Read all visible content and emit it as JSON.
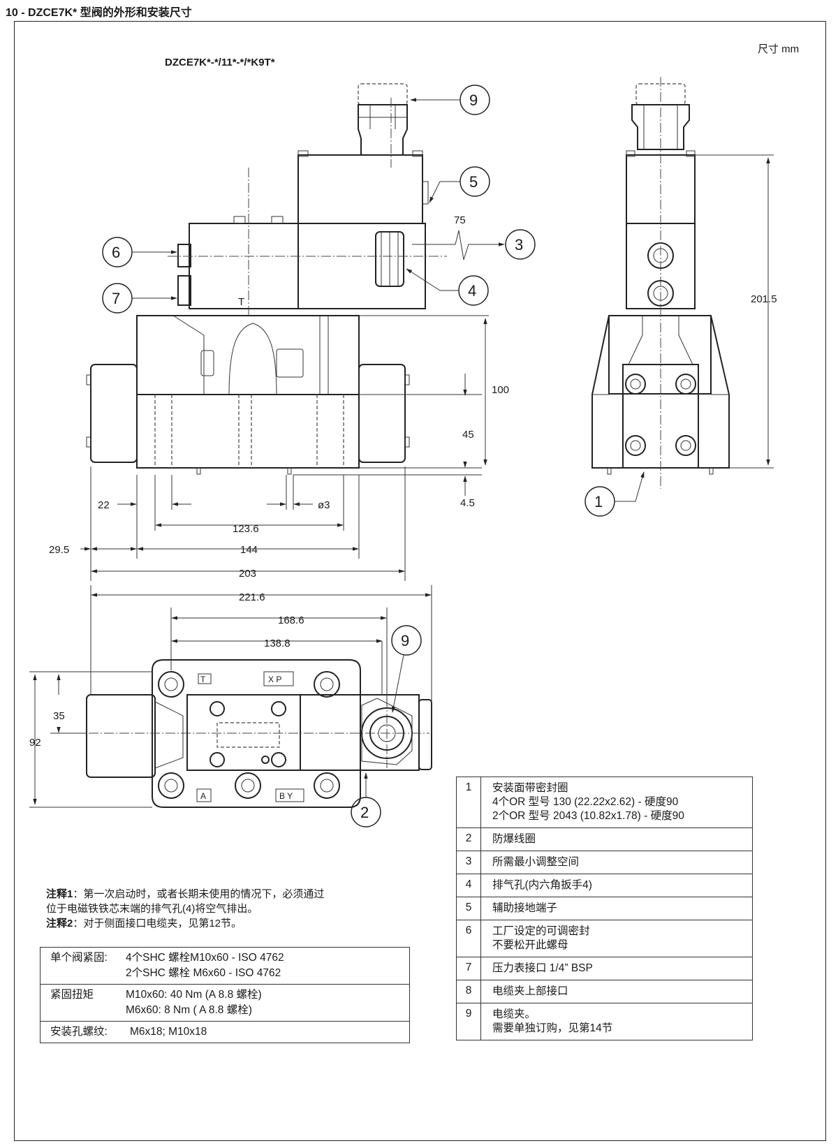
{
  "header": {
    "title": "10 - DZCE7K* 型阀的外形和安装尺寸"
  },
  "drawing": {
    "model_code": "DZCE7K*-*/11*-*/*K9T*",
    "unit_note": "尺寸 mm",
    "port_t": "T",
    "dimensions": {
      "d75": "75",
      "d100": "100",
      "d45": "45",
      "d4_5": "4.5",
      "d22": "22",
      "dphi3": "ø3",
      "d123_6": "123.6",
      "d29_5": "29.5",
      "d144": "144",
      "d203": "203",
      "d201_5": "201.5",
      "d221_6": "221.6",
      "d168_6": "168.6",
      "d138_8": "138.8",
      "d35": "35",
      "d92": "92"
    },
    "balloons": {
      "b1": "1",
      "b2": "2",
      "b3": "3",
      "b4": "4",
      "b5": "5",
      "b6": "6",
      "b7": "7",
      "b9a": "9",
      "b9b": "9"
    },
    "ports": {
      "a": "A",
      "by": "B Y",
      "xp": "X P",
      "t": "T"
    }
  },
  "notes": [
    {
      "label": "注释1",
      "text": "：第一次启动时，或者长期未使用的情况下，必须通过"
    },
    {
      "label": "",
      "text": "位于电磁铁铁芯末端的排气孔(4)将空气排出。"
    },
    {
      "label": "注释2",
      "text": "：对于侧面接口电缆夹，见第12节。"
    }
  ],
  "spec_table": [
    {
      "label": "单个阀紧固:",
      "lines": [
        "4个SHC 螺栓M10x60 - ISO 4762",
        "2个SHC 螺栓 M6x60 - ISO 4762"
      ]
    },
    {
      "label": "紧固扭矩",
      "lines": [
        "M10x60: 40 Nm (A 8.8 螺栓)",
        "M6x60: 8 Nm ( A 8.8 螺栓)"
      ]
    },
    {
      "label": "安装孔螺纹:",
      "lines": [
        "M6x18; M10x18"
      ]
    }
  ],
  "legend": [
    {
      "num": "1",
      "lines": [
        "安装面带密封圈",
        "4个OR 型号 130 (22.22x2.62) - 硬度90",
        "2个OR 型号 2043 (10.82x1.78) - 硬度90"
      ]
    },
    {
      "num": "2",
      "lines": [
        "防爆线圈"
      ]
    },
    {
      "num": "3",
      "lines": [
        "所需最小调整空间"
      ]
    },
    {
      "num": "4",
      "lines": [
        "排气孔(内六角扳手4)"
      ]
    },
    {
      "num": "5",
      "lines": [
        "辅助接地端子"
      ]
    },
    {
      "num": "6",
      "lines": [
        "工厂设定的可调密封",
        "不要松开此螺母"
      ]
    },
    {
      "num": "7",
      "lines": [
        "压力表接口 1/4” BSP"
      ]
    },
    {
      "num": "8",
      "lines": [
        "电缆夹上部接口"
      ]
    },
    {
      "num": "9",
      "lines": [
        "电缆夹。",
        "需要单独订购，见第14节"
      ]
    }
  ]
}
